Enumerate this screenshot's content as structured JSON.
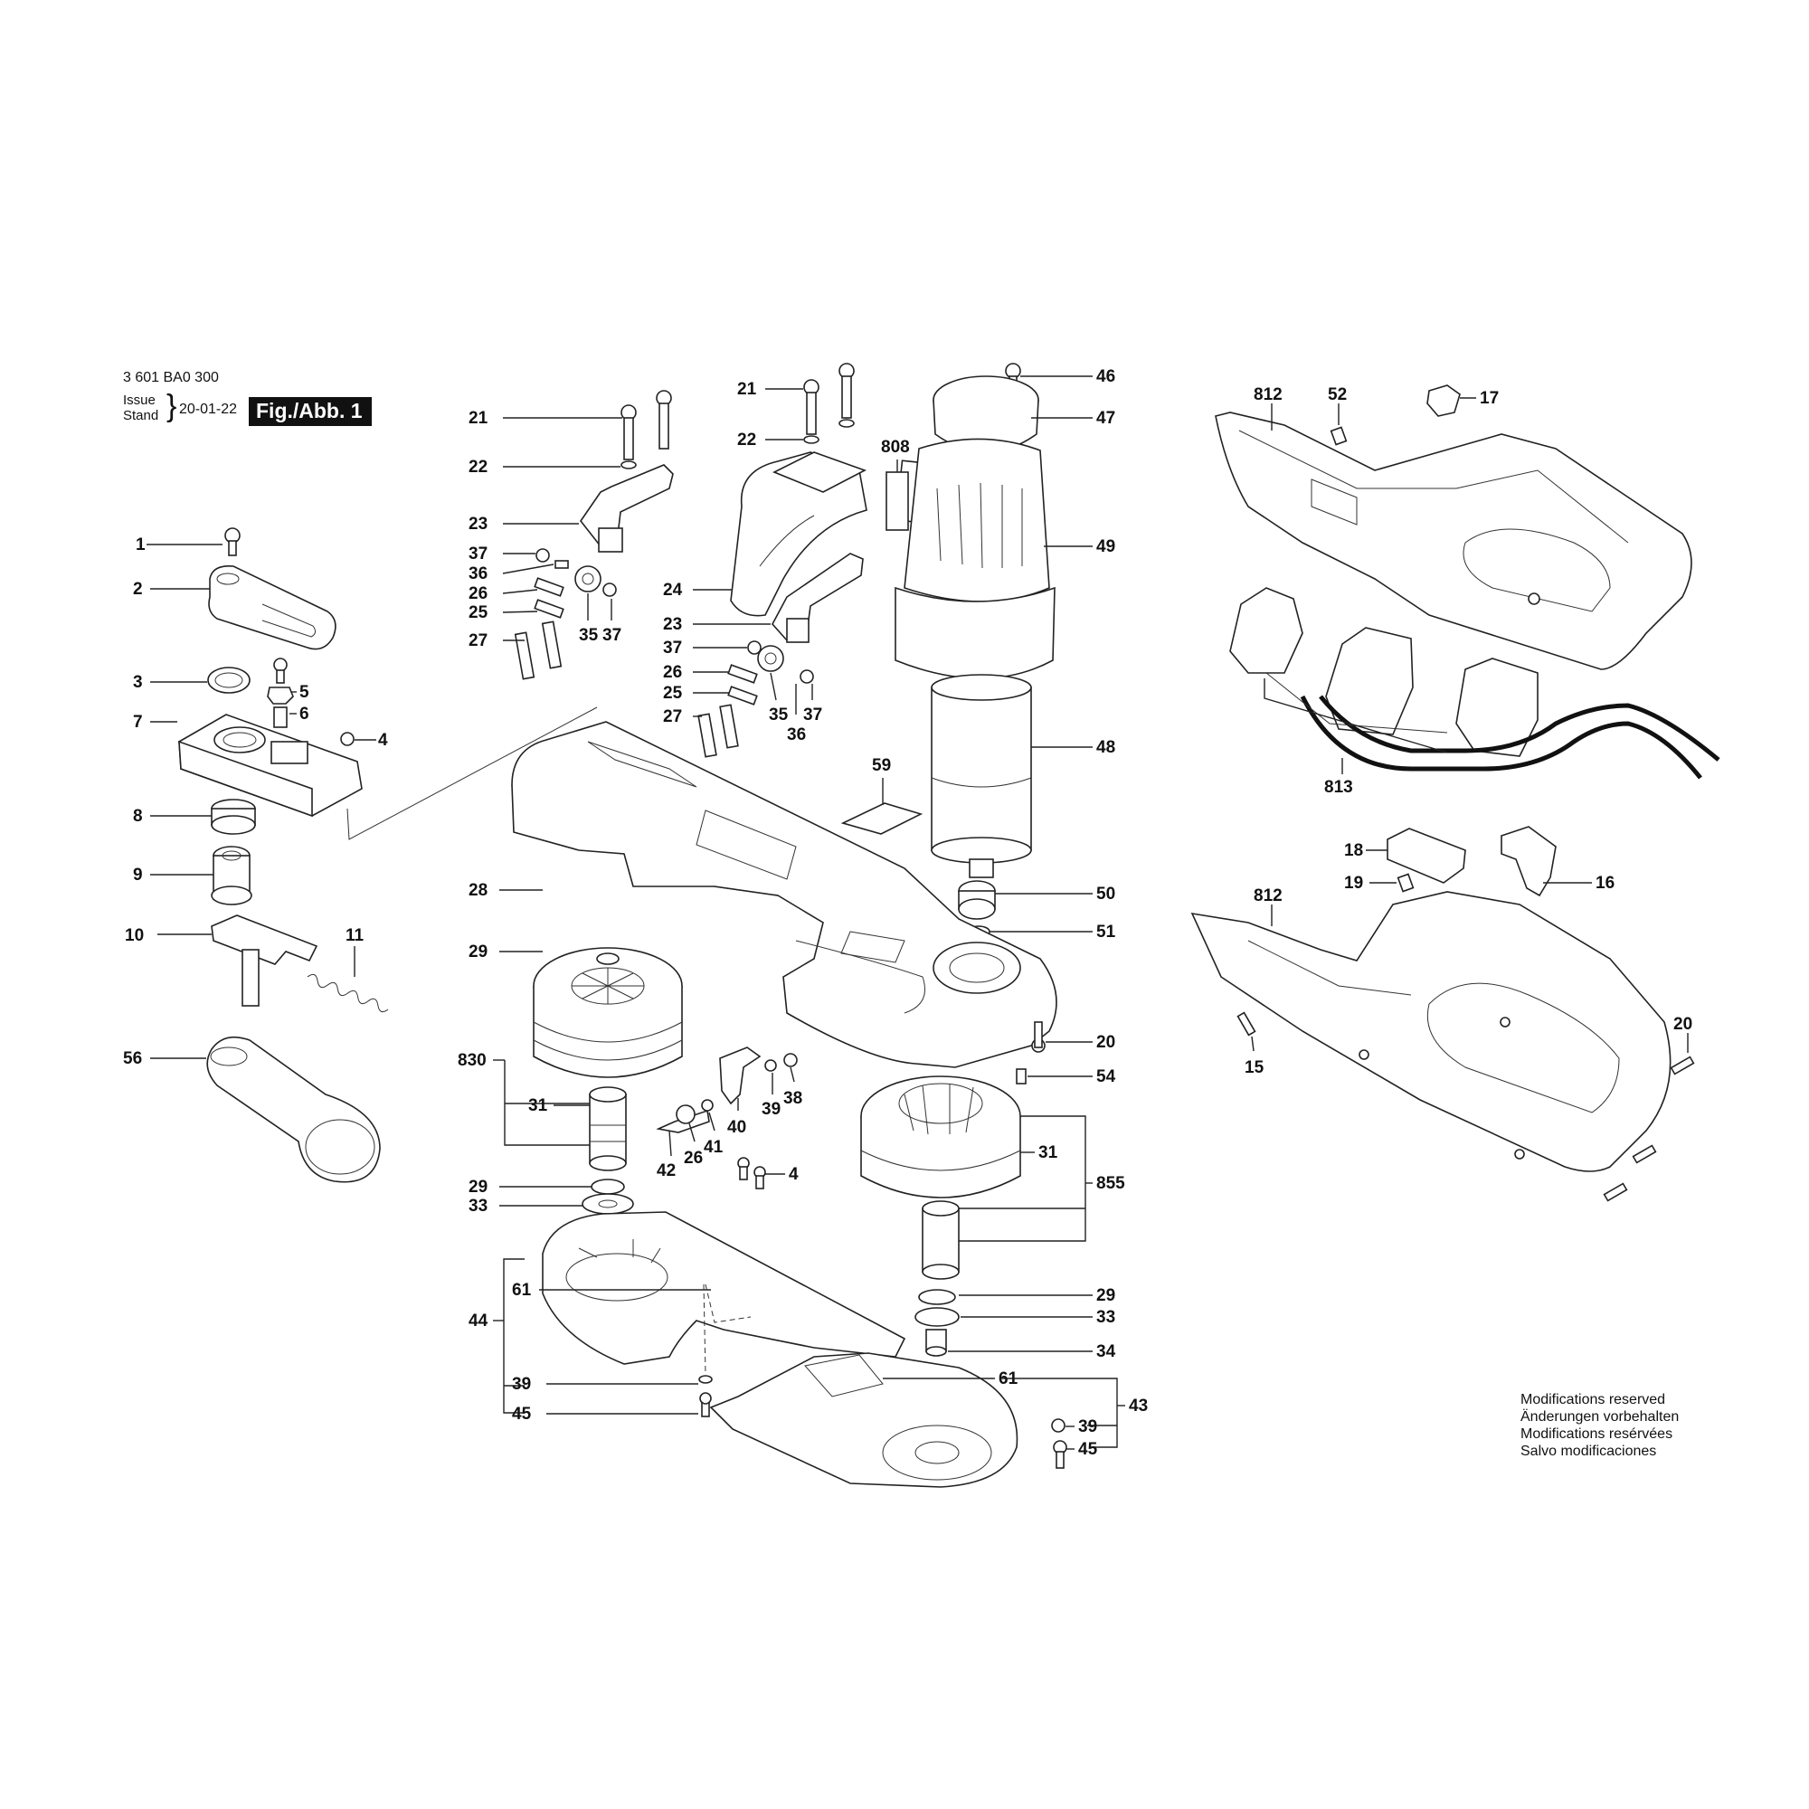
{
  "header": {
    "doc_number": "3 601 BA0 300",
    "issue_label": "Issue",
    "stand_label": "Stand",
    "date": "20-01-22",
    "figure_label": "Fig./Abb. 1"
  },
  "notes": {
    "modifications": [
      "Modifications reserved",
      "Änderungen vorbehalten",
      "Modifications resérvées",
      "Salvo modificaciones"
    ]
  },
  "labels": {
    "p1": "1",
    "p2": "2",
    "p3": "3",
    "p4a": "4",
    "p5": "5",
    "p6": "6",
    "p7": "7",
    "p8": "8",
    "p9": "9",
    "p10": "10",
    "p11": "11",
    "p56": "56",
    "p21a": "21",
    "p22a": "22",
    "p23a": "23",
    "p37a": "37",
    "p36a": "36",
    "p26a": "26",
    "p25a": "25",
    "p27a": "27",
    "p35a": "35",
    "p37b": "37",
    "p21b": "21",
    "p22b": "22",
    "p24": "24",
    "p23b": "23",
    "p37c": "37",
    "p26b": "26",
    "p25b": "25",
    "p27b": "27",
    "p35b": "35",
    "p36b": "36",
    "p37d": "37",
    "p46": "46",
    "p47": "47",
    "p808": "808",
    "p49": "49",
    "p48": "48",
    "p59": "59",
    "p50": "50",
    "p51": "51",
    "p28": "28",
    "p29a": "29",
    "p830": "830",
    "p31a": "31",
    "p29b": "29",
    "p33a": "33",
    "p42": "42",
    "p26c": "26",
    "p41": "41",
    "p40": "40",
    "p39a": "39",
    "p38": "38",
    "p4b": "4",
    "p20a": "20",
    "p54": "54",
    "p31b": "31",
    "p855": "855",
    "p29c": "29",
    "p33b": "33",
    "p34": "34",
    "p44": "44",
    "p61a": "61",
    "p39b": "39",
    "p45a": "45",
    "p61b": "61",
    "p43": "43",
    "p39c": "39",
    "p45b": "45",
    "p812a": "812",
    "p52": "52",
    "p17": "17",
    "p813": "813",
    "p18": "18",
    "p16": "16",
    "p19": "19",
    "p812b": "812",
    "p15": "15",
    "p20b": "20"
  }
}
